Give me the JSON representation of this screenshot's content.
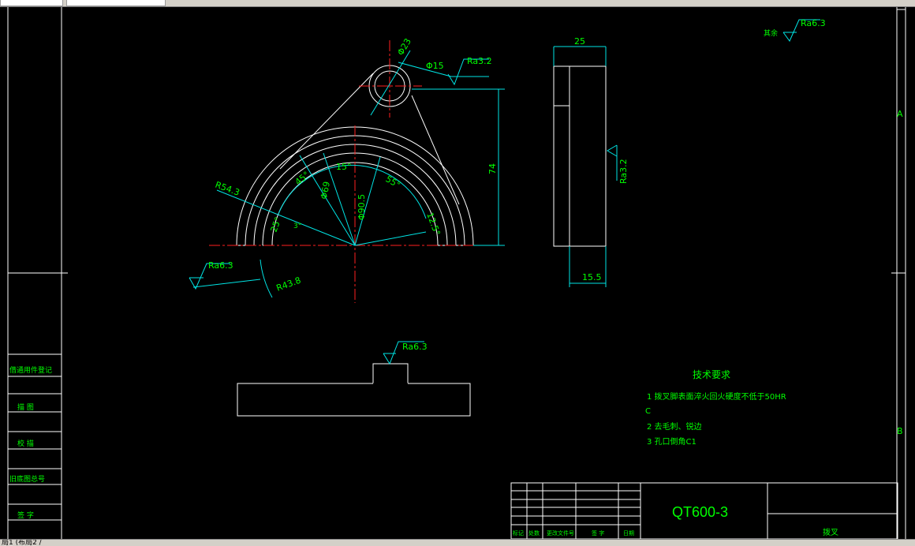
{
  "drawing": {
    "surface_finish_top": "Ra6.3",
    "surface_finish_remaining_label": "其余",
    "dims": {
      "hole_outer": "Φ23",
      "hole_inner": "Φ15",
      "finish_hole": "Ra3.2",
      "height_74": "74",
      "radius_outer": "R54.3",
      "angle_45": "45°",
      "angle_15": "15°",
      "angle_55": "55°",
      "angle_12_5": "12.5°",
      "angle_25": "25°",
      "angle_small": "3°",
      "dia_69": "Φ69",
      "dia_90_5": "Φ90.5",
      "radius_43_8": "R43.8",
      "finish_left": "Ra6.3",
      "side_width": "25",
      "side_finish": "Ra3.2",
      "side_bottom": "15.5",
      "bottom_finish": "Ra6.3"
    },
    "tech_requirements": {
      "title": "技术要求",
      "line1": "1 拨叉脚表面淬火回火硬度不低于50HR",
      "line1b": "C",
      "line2": "2 去毛刺、锐边",
      "line3": "3 孔口倒角C1"
    },
    "side_labels": {
      "a": "A",
      "b": "B"
    },
    "left_column": [
      "借通用件登记",
      "描 图",
      "校 描",
      "旧底图总号",
      "签 字"
    ],
    "title_block": {
      "material": "QT600-3",
      "part_name": "拨叉",
      "header_cells": [
        "标记",
        "处数",
        "更改文件号",
        "签 字",
        "日期"
      ]
    }
  },
  "statusbar": {
    "tabs_text": "局1 (布局2 /"
  },
  "colors": {
    "line": "#ffffff",
    "dim": "#00e5e5",
    "text": "#00ff00",
    "center": "#ff2020",
    "bg": "#000000"
  }
}
